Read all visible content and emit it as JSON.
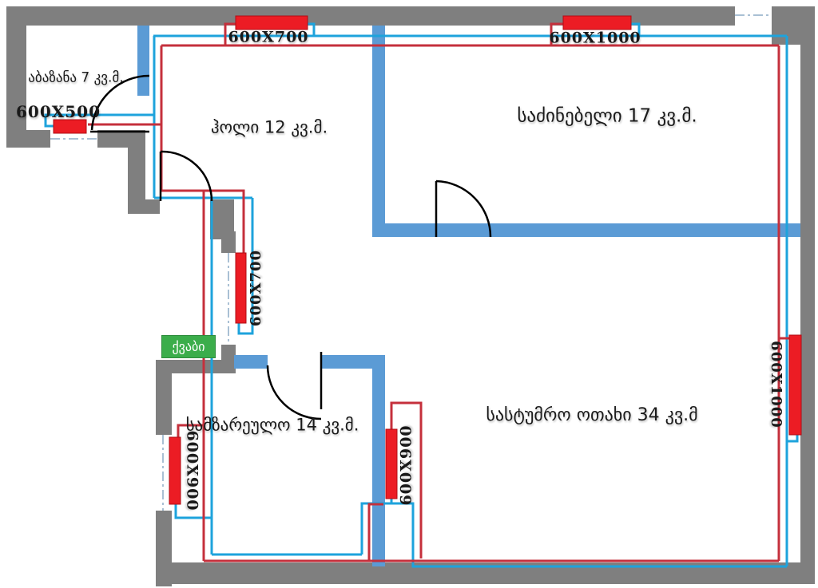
{
  "plan_type": "apartment heating floor plan",
  "rooms": [
    {
      "id": "bathroom",
      "label": "აბაზანა 7 კვ.მ."
    },
    {
      "id": "hall",
      "label": "ჰოლი 12 კვ.მ."
    },
    {
      "id": "bedroom",
      "label": "საძინებელი 17 კვ.მ."
    },
    {
      "id": "kitchen",
      "label": "სამზარეულო 14 კვ.მ."
    },
    {
      "id": "living-room",
      "label": "სასტუმრო ოთახი 34 კვ.მ"
    }
  ],
  "boiler": {
    "label": "ქვაბი"
  },
  "radiators": [
    {
      "id": "bathroom-radiator",
      "size": "600X500",
      "orientation": "horizontal"
    },
    {
      "id": "hall-top-radiator",
      "size": "600X700",
      "orientation": "horizontal"
    },
    {
      "id": "bedroom-radiator",
      "size": "600X1000",
      "orientation": "horizontal"
    },
    {
      "id": "hall-middle-radiator",
      "size": "600X700",
      "orientation": "vertical"
    },
    {
      "id": "kitchen-west-radiator",
      "size": "600X900",
      "orientation": "vertical"
    },
    {
      "id": "kitchen-east-radiator",
      "size": "600X900",
      "orientation": "vertical"
    },
    {
      "id": "living-room-radiator",
      "size": "600X1000",
      "orientation": "vertical"
    }
  ],
  "colors": {
    "wall_gray": "#7F7F7F",
    "partition_blue": "#5B9BD5",
    "pipe_red": "#C5303C",
    "pipe_blue": "#1EA3DC",
    "radiator_red": "#EC1C24",
    "boiler_green": "#3BAD4B",
    "window_line": "#A9C0D4",
    "label_black": "#1A1A1A"
  }
}
